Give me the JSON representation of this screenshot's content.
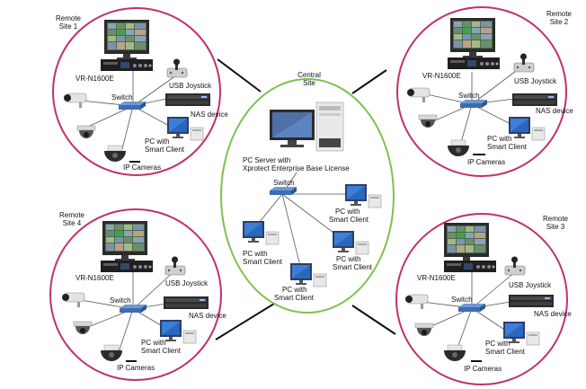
{
  "colors": {
    "remote_ring": "#c0306e",
    "central_ring": "#7cc24e",
    "link_line": "#111111",
    "lan_line": "#555555"
  },
  "central": {
    "title_line1": "Central",
    "title_line2": "Site",
    "server_line1": "PC Server with",
    "server_line2": "Xprotect Enterprise Base License",
    "switch": "Switch",
    "client_line1": "PC with",
    "client_line2": "Smart Client"
  },
  "sites": {
    "s1": {
      "title_line1": "Remote",
      "title_line2": "Site 1"
    },
    "s2": {
      "title_line1": "Remote",
      "title_line2": "Site 2"
    },
    "s3": {
      "title_line1": "Remote",
      "title_line2": "Site 3"
    },
    "s4": {
      "title_line1": "Remote",
      "title_line2": "Site 4"
    }
  },
  "site_labels": {
    "recorder": "VR-N1600E",
    "joystick": "USB Joystick",
    "switch": "Switch",
    "nas": "NAS device",
    "pc_line1": "PC with",
    "pc_line2": "Smart Client",
    "cameras": "IP Cameras"
  },
  "icons": {
    "monitor": "monitor-icon",
    "recorder": "recorder-icon",
    "joystick": "joystick-icon",
    "switch": "switch-icon",
    "nas": "nas-icon",
    "pc": "pc-icon",
    "bullet_camera": "bullet-camera-icon",
    "dome_camera": "dome-camera-icon",
    "speed_dome": "speed-dome-icon",
    "server": "server-icon"
  }
}
